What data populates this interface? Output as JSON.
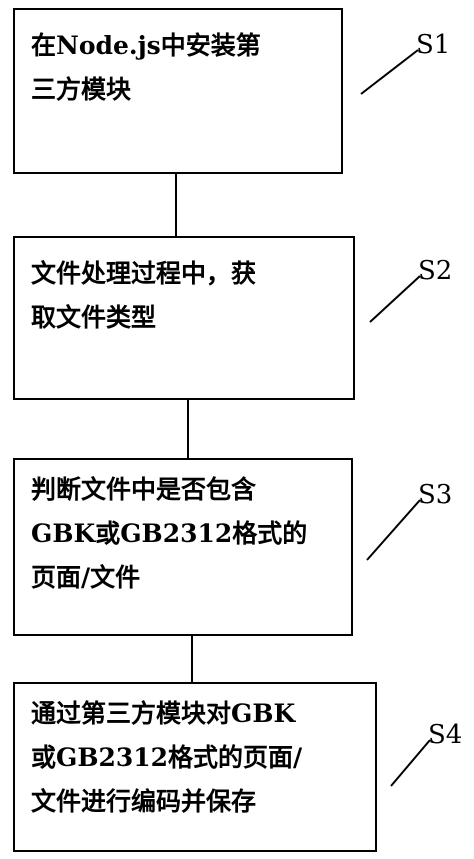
{
  "steps": [
    {
      "id": "S1",
      "lines": [
        "在Node.js中安装第",
        "三方模块"
      ]
    },
    {
      "id": "S2",
      "lines": [
        "文件处理过程中，获",
        "取文件类型"
      ]
    },
    {
      "id": "S3",
      "lines": [
        "判断文件中是否包含",
        "GBK或GB2312格式的",
        "页面/文件"
      ]
    },
    {
      "id": "S4",
      "lines": [
        "通过第三方模块对GBK",
        "或GB2312格式的页面/",
        "文件进行编码并保存"
      ]
    }
  ]
}
